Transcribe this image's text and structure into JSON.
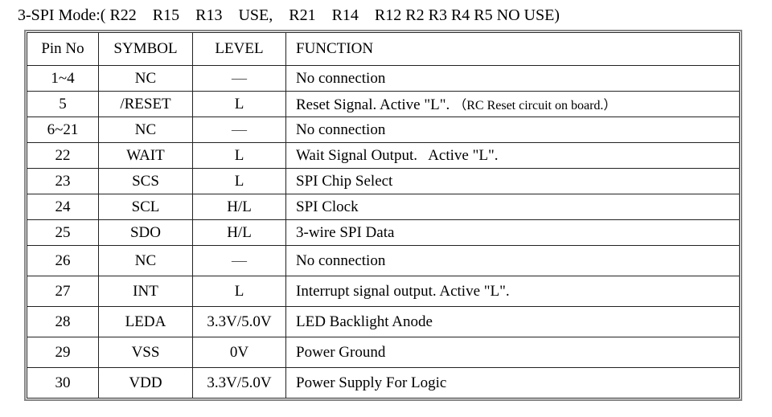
{
  "title": "3-SPI Mode:( R22    R15    R13    USE,    R21    R14    R12 R2 R3 R4 R5 NO USE)",
  "table": {
    "headers": [
      "Pin No",
      "SYMBOL",
      "LEVEL",
      "FUNCTION"
    ],
    "rows": [
      {
        "pin": "1~4",
        "symbol": "NC",
        "level": "—",
        "func": "No connection",
        "note": ""
      },
      {
        "pin": "5",
        "symbol": "/RESET",
        "level": "L",
        "func": "Reset Signal. Active \"L\".",
        "note": "（RC Reset circuit on board.）"
      },
      {
        "pin": "6~21",
        "symbol": "NC",
        "level": "—",
        "func": "No connection",
        "note": ""
      },
      {
        "pin": "22",
        "symbol": "WAIT",
        "level": "L",
        "func": "Wait Signal Output.   Active \"L\".",
        "note": ""
      },
      {
        "pin": "23",
        "symbol": "SCS",
        "level": "L",
        "func": "SPI Chip Select",
        "note": ""
      },
      {
        "pin": "24",
        "symbol": "SCL",
        "level": "H/L",
        "func": "SPI Clock",
        "note": ""
      },
      {
        "pin": "25",
        "symbol": "SDO",
        "level": "H/L",
        "func": "3-wire SPI Data",
        "note": ""
      },
      {
        "pin": "26",
        "symbol": "NC",
        "level": "—",
        "func": "No connection",
        "note": ""
      },
      {
        "pin": "27",
        "symbol": "INT",
        "level": "L",
        "func": "Interrupt signal output. Active \"L\".",
        "note": ""
      },
      {
        "pin": "28",
        "symbol": "LEDA",
        "level": "3.3V/5.0V",
        "func": "LED Backlight Anode",
        "note": ""
      },
      {
        "pin": "29",
        "symbol": "VSS",
        "level": "0V",
        "func": "Power Ground",
        "note": ""
      },
      {
        "pin": "30",
        "symbol": "VDD",
        "level": "3.3V/5.0V",
        "func": "Power Supply For Logic",
        "note": ""
      }
    ]
  },
  "colors": {
    "text": "#000000",
    "grid_line": "#222222",
    "outer_border": "#868686",
    "dash": "#555555",
    "background": "#ffffff"
  }
}
